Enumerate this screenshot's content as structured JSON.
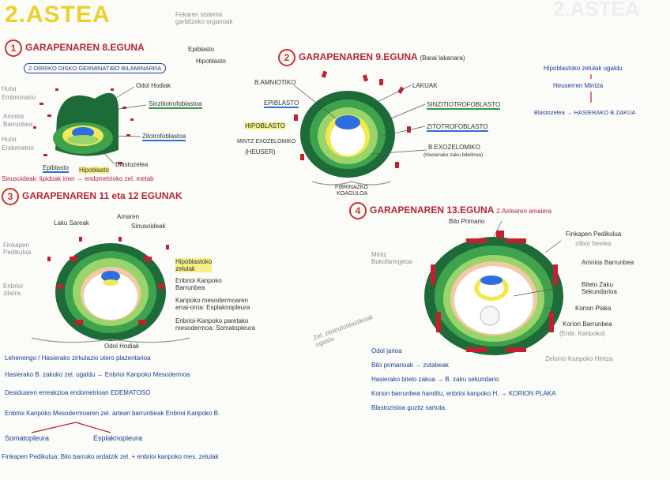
{
  "title": "2.ASTEA",
  "top_note": "Fekaren sistema\ngarbitzeko organoak",
  "colors": {
    "dark_green": "#1e6b3a",
    "mid_green": "#3fa34d",
    "light_green": "#9bd46a",
    "yellow": "#f2e94e",
    "red": "#c2202f",
    "blue": "#2d6ee0",
    "skin": "#f4c9a6"
  },
  "sec1": {
    "number": "1",
    "heading": "GARAPENAREN 8.EGUNA",
    "subheading": "2 ORRIKO DISKO GERMINATIBO BILAMINARRA",
    "labels": {
      "epiblasto_top": "Epiblasto",
      "hipoblasto_top": "Hipoblasto",
      "odol_hodiak": "Odol Hodiak",
      "sinzitio": "Sinzitiotrofoblastoa",
      "zitotrofo": "Zitotrofoblastoa",
      "blastozelea": "Blastozelea",
      "epiblasto": "Epiblasto",
      "hipoblasto": "Hipoblasto",
      "left1": "Hutsr",
      "left2": "Embrionario",
      "amnios": "Amnios",
      "barrunbea": "Barrunbea",
      "left5": "Hutsr",
      "left6": "Endometrio",
      "sinusoideak": "Sinusoideak: lipidoak irien → endometrioko zel. metab"
    }
  },
  "sec2": {
    "number": "2",
    "heading": "GARAPENAREN 9.EGUNA",
    "note": "(Barai lakanara)",
    "labels": {
      "amniotiko": "B.AMNIOTIKO",
      "epiblasto": "EPIBLASTO",
      "hipoblasto": "HIPOBLASTO",
      "mintz": "MINTZ EXOZELOMIKO",
      "heuser": "(HEUSER)",
      "lakuak": "LAKUAK",
      "sinzitio": "SINZITIOTROFOBLASTO",
      "zitotrofo": "ZITOTROFOBLASTO",
      "exozelomiko": "B.EXOZELOMIKO",
      "exozelomiko_note": "(Hasierako zaku bitelinoa)",
      "fibrina1": "FIBRINAZKO",
      "fibrina2": "KOAGULOA"
    }
  },
  "sec_right": {
    "line1": "Hipoblastoko zelulak ugaldu",
    "line2": "Heuserren Mintza",
    "line3": "Blastozelea → HASIERAKO B.ZAKUA"
  },
  "sec3": {
    "number": "3",
    "heading": "GARAPENAREN 11 eta 12 EGUNAK",
    "labels": {
      "laku": "Laku Sareak",
      "amaren": "Amaren",
      "sinusoideak": "Sinusoideak",
      "finkapen": "Finkapen\nPedikulua",
      "enbrioi": "Enbrioi\nzilarra",
      "hipoblasto_z": "Hipoblastoko\nzelulak",
      "enbrioi_kanpoko": "Enbrioi Kanpoko\nBarrunbea",
      "kanpoko_meso": "Kanpoko mesodermoaren\nerrai-orria: Esplaknopleura",
      "paretako": "Enbrioi-Kanpoko paretako\nmesodermoa: Somatopleura",
      "odol": "Odol Hodiak"
    },
    "bullets": [
      "Lehenengo / Hasierako zirkulazio utero plazentarioa",
      "Hasierako B. zakuko zel. ugaldu → Enbrioi Kanpoko Mesodermoa",
      "Desiduaren erreakzioa endometrioan EDEMATOSO",
      "Enbrioi Kanpoko Mesodermoaren zel. artean barrunbeak Enbrioi Kanpoko B."
    ],
    "tree": {
      "root": "",
      "left": "Somatopleura",
      "right": "Esplaknopleura"
    },
    "footer": "Finkapen Pedikulua: Bilo barruko ardatzik zel. + enbrioi kanpoko mes. zelulak"
  },
  "sec4": {
    "number": "4",
    "heading": "GARAPENAREN 13.EGUNA",
    "note": "2.Astearen amaiera",
    "labels": {
      "bilo": "Bilo Primario",
      "finkapen": "Finkapen Pedikulua",
      "zilbor": "zilbor hestea",
      "amnios": "Amnios Barrunbea",
      "bitelo": "Bitelo Zaku\nSekundarioa",
      "korion_plaka": "Korion Plaka",
      "korion_barrunbea": "Korion Barrunbea",
      "korion_note": "(Enbr. Kanpoko)",
      "mintz": "Mintz\nBukofaringeoa",
      "zel": "Zel. zitotrofoblastikoak\nugaldu",
      "zelomo": "Zelomo Kanpoko Hintza"
    },
    "bullets": [
      "Odol jarioa",
      "Bilo primarioak → zutabeak",
      "Hasierako bitelo zakua → B. zaku sekundario",
      "Korion barrunbea handitu, enbrioi kanpoko H. → KORION PLAKA",
      "Blastozistoa guztiz sartuta."
    ]
  }
}
